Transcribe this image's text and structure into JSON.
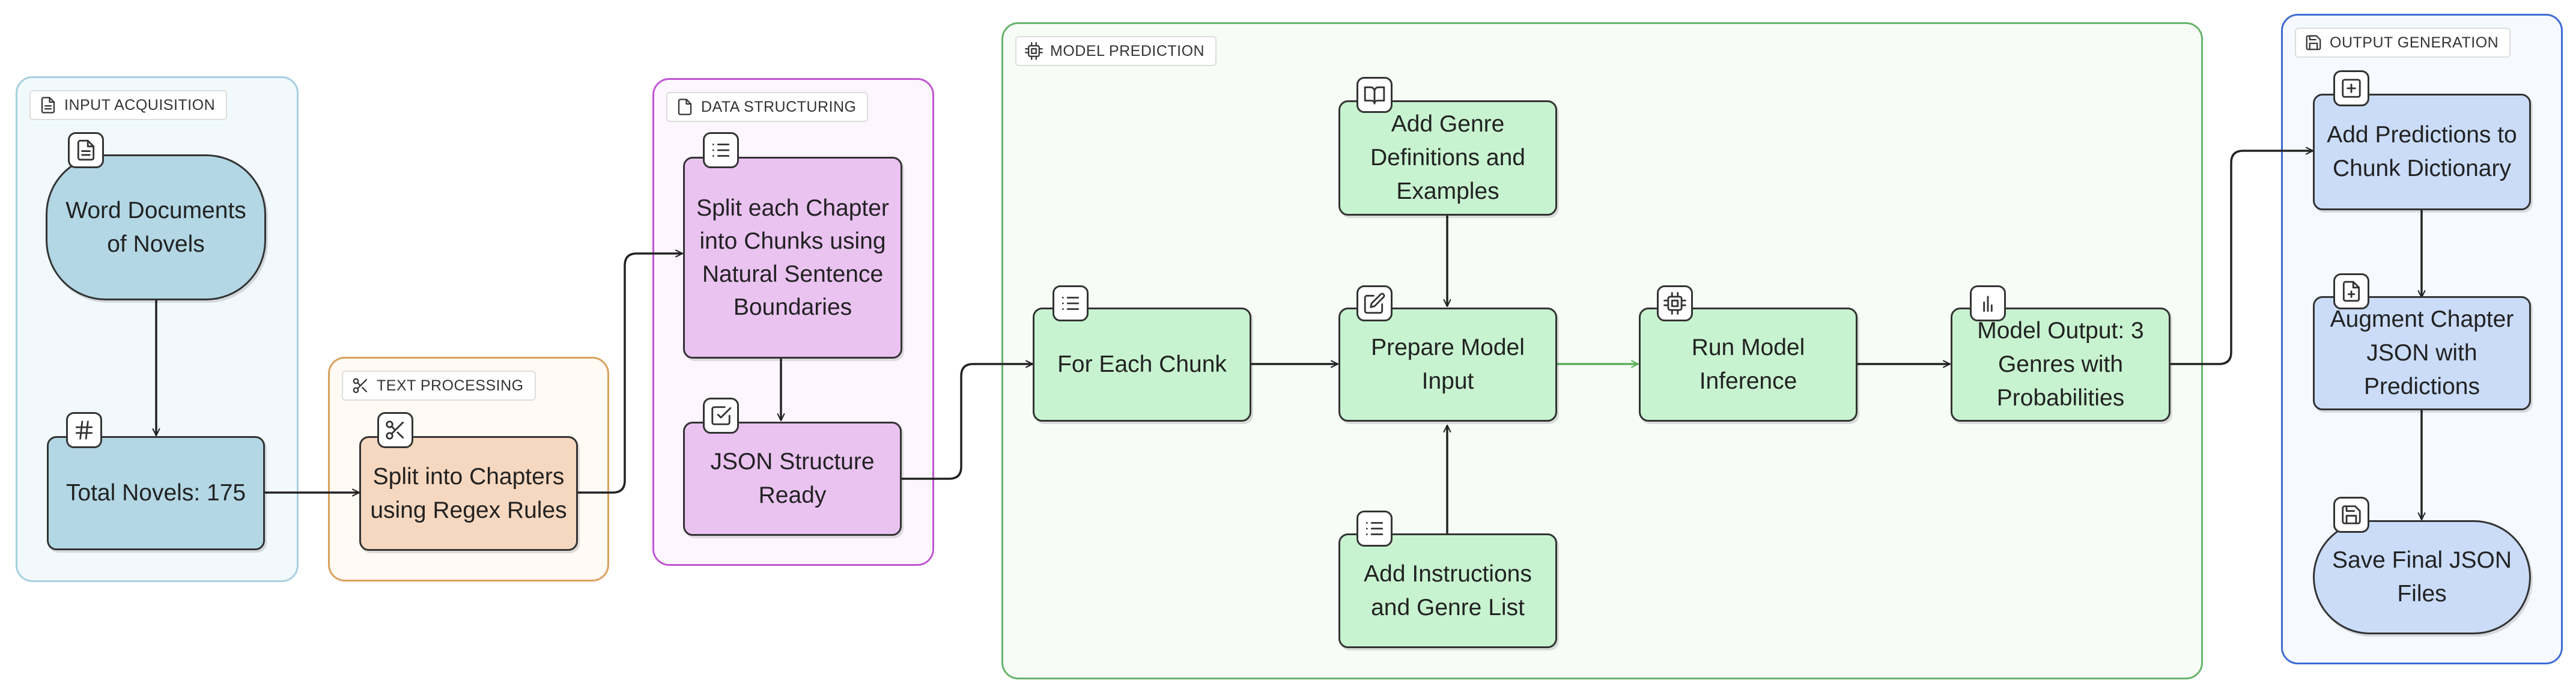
{
  "colors": {
    "input_border": "#a6cfe0",
    "input_fill": "#f1f9fc",
    "text_border": "#d9a05b",
    "text_fill": "#fffaf4",
    "data_border": "#c255d4",
    "data_fill": "#fdf6fe",
    "model_border": "#66b36a",
    "model_fill": "#f7fcf7",
    "output_border": "#3d6bd4",
    "output_fill": "#f6f9ff",
    "node_input": "#b3d7e4",
    "node_text": "#f6d8c0",
    "node_data": "#eac3f1",
    "node_model": "#c8f3d0",
    "node_output": "#cadcf8",
    "edge": "#222222",
    "edge_green": "#5fae5f"
  },
  "groups": {
    "input_acquisition": "INPUT ACQUISITION",
    "text_processing": "TEXT PROCESSING",
    "data_structuring": "DATA STRUCTURING",
    "model_prediction": "MODEL PREDICTION",
    "output_generation": "OUTPUT GENERATION"
  },
  "nodes": {
    "word_docs": "Word Documents of Novels",
    "total_novels": "Total Novels: 175",
    "split_chapters": "Split into Chapters using Regex Rules",
    "split_chunks": "Split each Chapter into Chunks using Natural Sentence Boundaries",
    "json_ready": "JSON Structure Ready",
    "for_each_chunk": "For Each Chunk",
    "add_genre_defs": "Add Genre Definitions and Examples",
    "prepare_input": "Prepare Model Input",
    "add_instructions": "Add Instructions and Genre List",
    "run_inference": "Run Model Inference",
    "model_output": "Model Output: 3 Genres with Probabilities",
    "add_predictions": "Add Predictions to Chunk Dictionary",
    "augment_json": "Augment Chapter JSON with Predictions",
    "save_json": "Save Final JSON Files"
  },
  "icons": {
    "input_acquisition": "document-icon",
    "text_processing": "scissors-icon",
    "data_structuring": "file-icon",
    "model_prediction": "chip-icon",
    "output_generation": "save-icon",
    "word_docs": "document-icon",
    "total_novels": "hash-icon",
    "split_chapters": "scissors-icon",
    "split_chunks": "list-icon",
    "json_ready": "check-square-icon",
    "for_each_chunk": "list-icon",
    "add_genre_defs": "book-icon",
    "prepare_input": "edit-icon",
    "add_instructions": "list-icon",
    "run_inference": "chip-icon",
    "model_output": "bar-chart-icon",
    "add_predictions": "plus-square-icon",
    "augment_json": "file-plus-icon",
    "save_json": "save-icon"
  }
}
